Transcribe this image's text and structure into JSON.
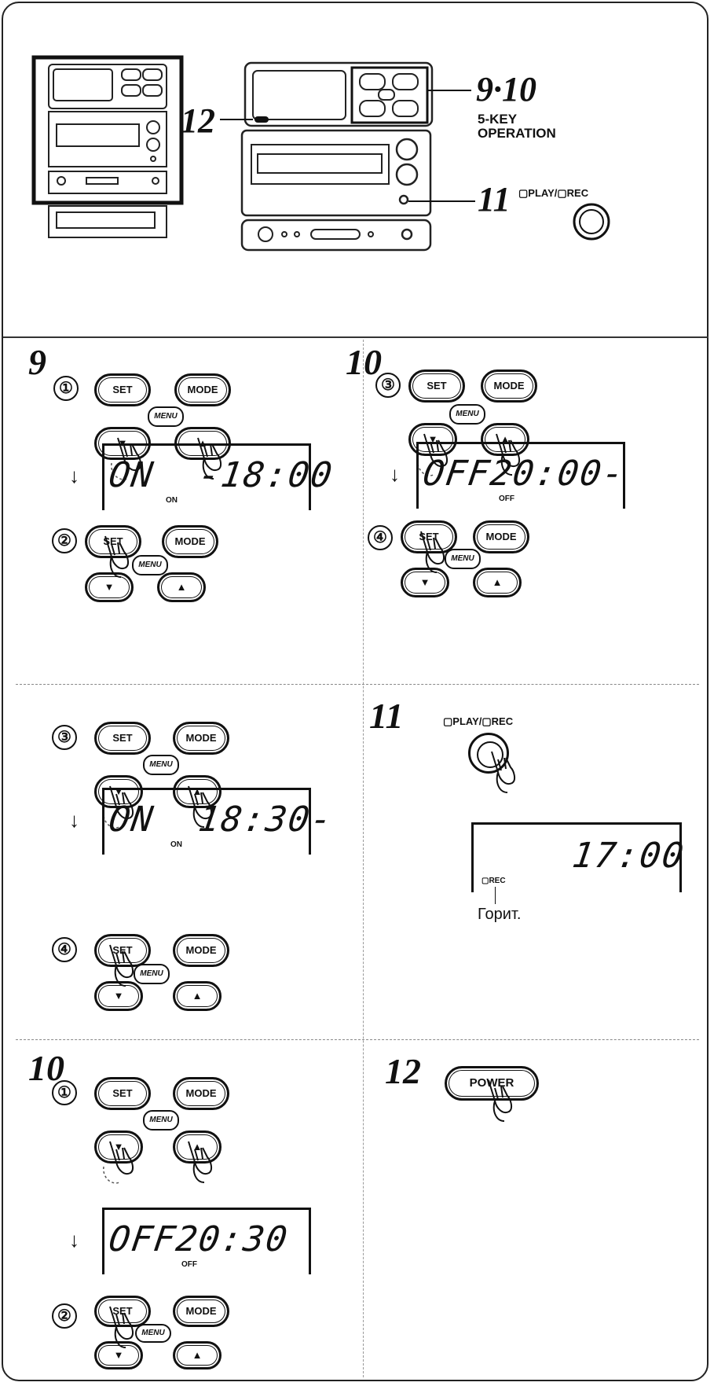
{
  "overview": {
    "callout_910": "9·10",
    "callout_910_sub1": "5-KEY",
    "callout_910_sub2": "OPERATION",
    "callout_11": "11",
    "callout_12": "12",
    "play_rec_label": "▢PLAY/▢REC"
  },
  "buttons": {
    "set": "SET",
    "mode": "MODE",
    "menu": "MENU",
    "down": "▼",
    "up": "▲",
    "power": "POWER",
    "play_rec": "▢PLAY/▢REC"
  },
  "steps": {
    "s9": "9",
    "s10a": "10",
    "s10b": "10",
    "s11": "11",
    "s12": "12",
    "c1": "①",
    "c2": "②",
    "c3": "③",
    "c4": "④"
  },
  "displays": {
    "d1": "ON  -18:00",
    "d1_sub": "ON",
    "d2": "OFF20:00-",
    "d2_sub": "OFF",
    "d3": "ON  18:30-",
    "d3_sub": "ON",
    "d4": "17:00",
    "d4_sub": "▢REC",
    "d4_note": "Горит.",
    "d5": "OFF20:30",
    "d5_sub": "OFF"
  },
  "arrow": "↓"
}
